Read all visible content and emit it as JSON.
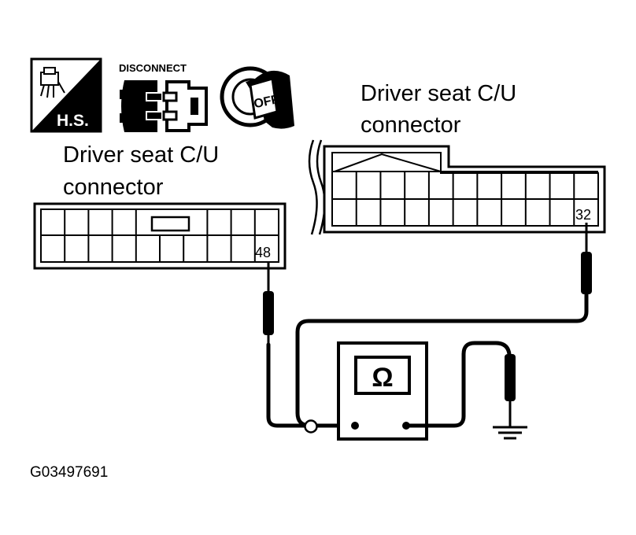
{
  "icons": {
    "harness_side": {
      "icon": "harness-side-icon",
      "label": "H.S."
    },
    "disconnect": {
      "icon": "disconnect-connector-icon",
      "label": "DISCONNECT"
    },
    "ignition": {
      "icon": "ignition-key-off-icon",
      "label": "OFF"
    }
  },
  "left_connector": {
    "caption_line1": "Driver seat C/U",
    "caption_line2": "connector",
    "pin": "48"
  },
  "right_connector": {
    "caption_line1": "Driver seat C/U",
    "caption_line2": "connector",
    "pin": "32"
  },
  "meter": {
    "icon": "ohmmeter-icon",
    "symbol": "Ω"
  },
  "ground": {
    "icon": "ground-icon"
  },
  "figure_id": "G03497691",
  "colors": {
    "ink": "#000000",
    "paper": "#ffffff"
  }
}
